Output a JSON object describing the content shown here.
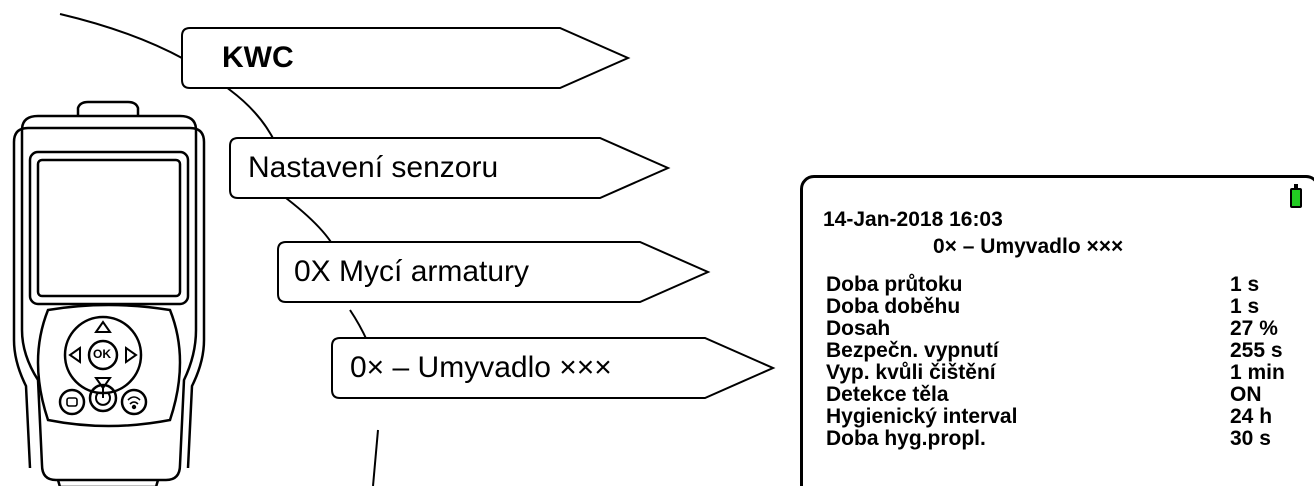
{
  "tags": {
    "brand": "KWC",
    "sensor_settings": "Nastavení senzoru",
    "fittings": "0X Mycí armatury",
    "washbasin": "0× – Umyvadlo ×××"
  },
  "device_icons": {
    "ok_button": "OK",
    "up": "arrow-up-icon",
    "down": "arrow-down-icon",
    "left": "arrow-left-icon",
    "right": "arrow-right-icon",
    "power": "power-icon",
    "left_softkey": "softkey-left-icon",
    "right_softkey": "wireless-icon"
  },
  "screen": {
    "datetime": "14-Jan-2018 16:03",
    "subtitle": "0× – Umyvadlo ×××",
    "battery_color": "#22cc22",
    "rows": [
      {
        "label": "Doba průtoku",
        "value": "1 s"
      },
      {
        "label": "Doba doběhu",
        "value": "1 s"
      },
      {
        "label": "Dosah",
        "value": "27 %"
      },
      {
        "label": "Bezpečn. vypnutí",
        "value": "255 s"
      },
      {
        "label": "Vyp. kvůli čištění",
        "value": "1 min"
      },
      {
        "label": "Detekce těla",
        "value": "ON"
      },
      {
        "label": "Hygienický interval",
        "value": "24 h"
      },
      {
        "label": "Doba hyg.propl.",
        "value": "30 s"
      }
    ]
  }
}
